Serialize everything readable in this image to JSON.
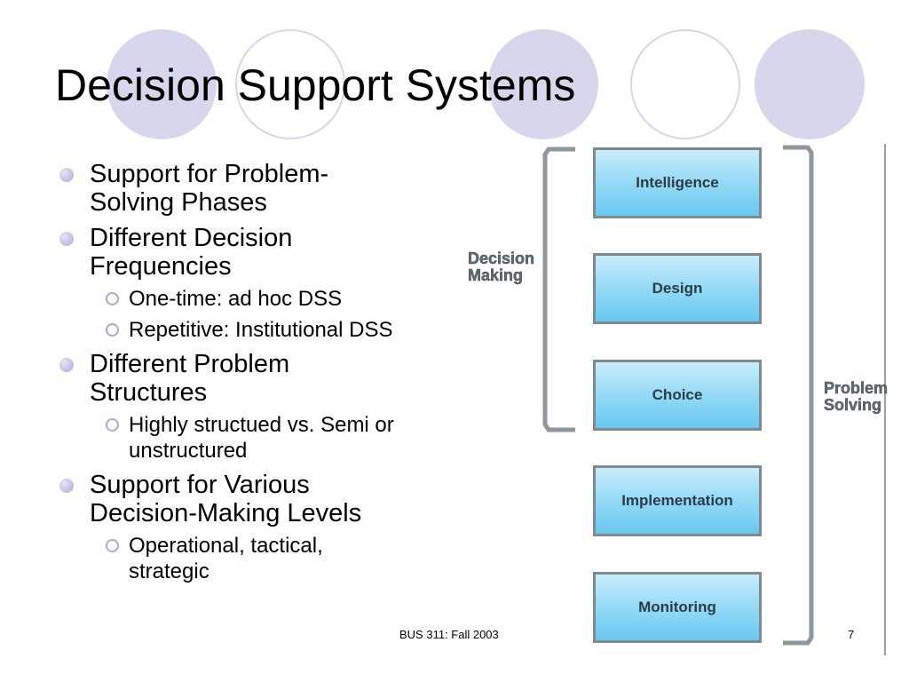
{
  "slide": {
    "title": "Decision Support Systems",
    "bullets": [
      {
        "text": "Support for Problem-Solving Phases",
        "line1": "Support for Problem-",
        "line2": "Solving Phases",
        "sub": []
      },
      {
        "text": "Different Decision Frequencies",
        "line1": "Different Decision",
        "line2": "Frequencies",
        "sub": [
          {
            "line1": "One-time: ad hoc DSS"
          },
          {
            "line1": "Repetitive: Institutional DSS"
          }
        ]
      },
      {
        "text": "Different Problem Structures",
        "line1": "Different Problem",
        "line2": "Structures",
        "sub": [
          {
            "line1": "Highly structued vs. Semi or",
            "line2": "unstructured"
          }
        ]
      },
      {
        "text": "Support for Various Decision-Making Levels",
        "line1": "Support for Various",
        "line2": "Decision-Making Levels",
        "sub": [
          {
            "line1": "Operational, tactical,",
            "line2": "strategic"
          }
        ]
      }
    ]
  },
  "diagram": {
    "stages": [
      "Intelligence",
      "Design",
      "Choice",
      "Implementation",
      "Monitoring"
    ],
    "decision_label": {
      "line1": "Decision",
      "line2": "Making"
    },
    "problem_label": {
      "line1": "Problem",
      "line2": "Solving"
    }
  },
  "footer": {
    "course": "BUS 311: Fall 2003",
    "page_number": "7"
  },
  "colors": {
    "circle_fill": "#d6d6ec",
    "bullet": "#a9a9d6",
    "stage_fill": "#8fd8f6"
  }
}
